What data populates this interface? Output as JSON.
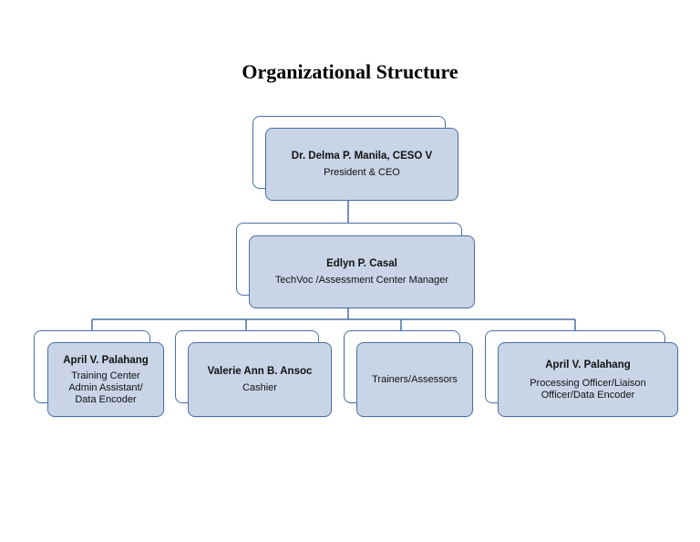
{
  "title": "Organizational Structure",
  "colors": {
    "box_fill": "#c9d5e7",
    "box_border": "#4a6fa5",
    "connector": "#4a6fa5"
  },
  "nodes": {
    "president": {
      "name": "Dr. Delma P. Manila, CESO V",
      "role": "President & CEO"
    },
    "manager": {
      "name": "Edlyn P. Casal",
      "role": "TechVoc /Assessment Center Manager"
    },
    "training_admin": {
      "name": "April V.  Palahang",
      "role_lines": [
        "Training Center",
        "Admin Assistant/",
        "Data Encoder"
      ]
    },
    "cashier": {
      "name": "Valerie Ann B. Ansoc",
      "role": "Cashier"
    },
    "trainers": {
      "role": "Trainers/Assessors"
    },
    "processing": {
      "name": "April V.  Palahang",
      "role_lines": [
        "Processing Officer/Liaison",
        "Officer/Data Encoder"
      ]
    }
  }
}
